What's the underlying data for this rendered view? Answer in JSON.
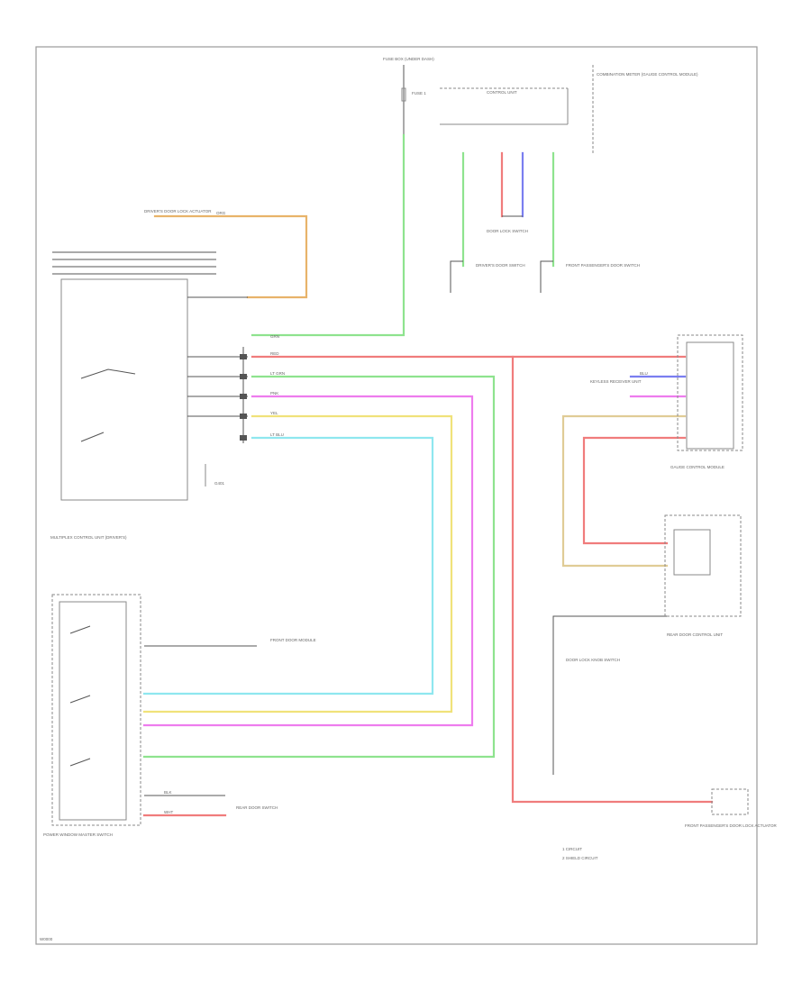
{
  "diagram_id": "W0000",
  "legend": {
    "line1": "1 CIRCUIT",
    "line2": "2 SHIELD CIRCUIT"
  },
  "components": {
    "fuse_box": "FUSE BOX (UNDER DASH)",
    "fuse": "FUSE 1",
    "multiplex_unit": "MULTIPLEX CONTROL UNIT (DRIVER'S)",
    "control_unit": "CONTROL UNIT",
    "combination_meter": "COMBINATION METER (GAUGE CONTROL MODULE)",
    "gauge_control_module": "GAUGE CONTROL MODULE",
    "driver_door_lock": "DRIVER'S DOOR LOCK ACTUATOR",
    "door_lock_switch": "DOOR LOCK SWITCH",
    "driver_door_switch": "DRIVER'S DOOR SWITCH",
    "passenger_door_switch": "FRONT PASSENGER'S DOOR SWITCH",
    "rear_door_switch": "REAR DOOR SWITCH",
    "power_window_master": "POWER WINDOW MASTER SWITCH",
    "rear_door_control": "REAR DOOR CONTROL UNIT",
    "front_door_module": "FRONT DOOR MODULE",
    "door_lock_knob": "DOOR LOCK KNOB SWITCH",
    "keyless_receiver": "KEYLESS RECEIVER UNIT",
    "passenger_door_lock": "FRONT PASSENGER'S DOOR LOCK ACTUATOR",
    "ground": "G401"
  },
  "wire_colors": {
    "orange": "#e8b36a",
    "green": "#8ee38e",
    "red": "#f07c7c",
    "magenta": "#ee7cee",
    "yellow": "#f0e27a",
    "cyan": "#8fe7ef",
    "blue": "#7a7ef0",
    "pink": "#f4a0c0",
    "tan": "#e0cc96",
    "black": "#555555"
  },
  "wire_labels": {
    "blk": "BLK",
    "red": "RED",
    "grn": "GRN",
    "ltgrn": "LT GRN",
    "pnk": "PNK",
    "yel": "YEL",
    "ltblu": "LT BLU",
    "blu": "BLU",
    "wht": "WHT",
    "org": "ORG"
  }
}
